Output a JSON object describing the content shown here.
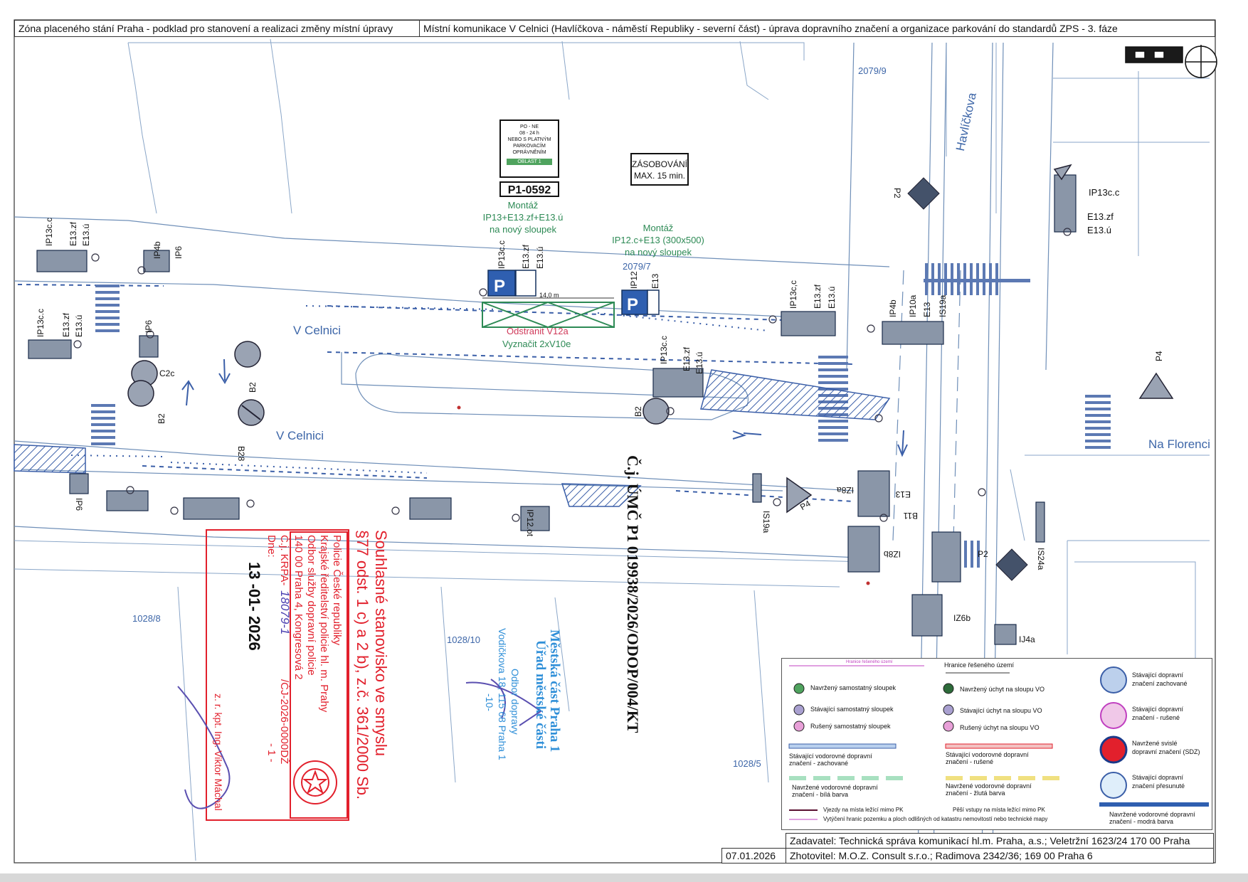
{
  "header": {
    "left_title": "Zóna placeného stání Praha - podklad pro stanovení a realizaci změny místní úpravy",
    "right_title": "Místní komunikace V Celnici (Havlíčkova - náměstí Republiky - severní část) - úprava dopravního značení a organizace parkování do standardů ZPS - 3. fáze"
  },
  "map": {
    "streets": {
      "havlickova": "Havlíčkova",
      "v_celnici_1": "V Celnici",
      "v_celnici_2": "V Celnici",
      "na_florenci": "Na Florenci"
    },
    "parcels": {
      "p1": "2079/9",
      "p2": "2079/7",
      "p3": "1028/8",
      "p4": "1028/10",
      "p5": "1028/5"
    },
    "zone_sign": {
      "line1": "PO - NE",
      "line2": "08 - 24 h",
      "line3": "NEBO S PLATNÝM",
      "line4": "PARKOVACÍM",
      "line5": "OPRÁVNĚNÍM",
      "area": "OBLAST 1",
      "code": "P1-0592"
    },
    "supply_sign": {
      "line1": "ZÁSOBOVÁNÍ",
      "line2": "MAX. 15 min."
    },
    "notes": {
      "mont1_a": "Montáž",
      "mont1_b": "IP13+E13.zf+E13.ú",
      "mont1_c": "na nový sloupek",
      "mont2_a": "Montáž",
      "mont2_b": "IP12.c+E13 (300x500)",
      "mont2_c": "na nový sloupek",
      "remove": "Odstranit V12a",
      "mark": "Vyznačit 2xV10e",
      "dist": "14,0 m"
    },
    "signs": {
      "s1": "IP13c.c",
      "s2": "E13.zf",
      "s3": "E13.ú",
      "s4": "IP4b",
      "s5": "IP6",
      "s6": "IP13c.c",
      "s7": "E13.zf",
      "s8": "E13.ú",
      "s9": "IP6",
      "s10": "C2c",
      "s11": "B2",
      "s12": "B2",
      "s13": "B28",
      "s14": "IP13c.c",
      "s15": "E13.zf",
      "s16": "E13.ú",
      "s17": "IP12",
      "s18": "E13",
      "s19": "IP13c.c",
      "s20": "E13.zf",
      "s21": "E13.ú",
      "s22": "IP13c,c",
      "s23": "E13.zf",
      "s24": "E13.ú",
      "s25": "IP4b",
      "s26": "IP10a",
      "s27": "E13",
      "s28": "IS19a",
      "s29": "P2",
      "s30": "IP13c.c",
      "s31": "E13.zf",
      "s32": "E13.ú",
      "s33": "P4",
      "s34": "B2",
      "s35": "IP6",
      "s36": "IP12.ot",
      "s37": "IS19a",
      "s38": "P4",
      "s39": "IZ8a",
      "s40": "E13",
      "s41": "B11",
      "s42": "IZ8b",
      "s43": "P2",
      "s44": "IS24a",
      "s45": "IZ6b",
      "s46": "IJ4a"
    }
  },
  "vertical_ref": "Č.j. ÚMČ P1 019938/2026/ODOP/004/KT",
  "stamp_red": {
    "title1": "Souhlasné stanovisko ve smyslu",
    "title2": "§77 odst. 1 c) a 2 b), z.č. 361/2000 Sb.",
    "org1": "Policie České republiky",
    "org2": "Krajské ředitelství policie hl. m. Prahy",
    "org3": "Odbor služby dopravní policie",
    "org4": "140 00 Praha 4, Kongresová 2",
    "cj_label": "Č.j. KRPA-",
    "cj_hand": "18079-1",
    "cj_suffix": "/ČJ-2026-0000DŽ",
    "page": "- 1 -",
    "date_label": "Dne:",
    "date_value": "13 -01- 2026",
    "signatory": "z. r. kpt. Ing. Viktor Máchal"
  },
  "stamp_blue": {
    "line1": "Městská část Praha 1",
    "line2": "Úřad městské části",
    "line3": "Odbor dopravy",
    "line4": "Vodičkova 18, 115 68 Praha 1",
    "line5": "-10-"
  },
  "legend": {
    "boundary_demo": "Hranice řešeného území",
    "boundary": "Hranice řešeného území",
    "item1": "Navržený samostatný sloupek",
    "item2": "Stávající samostatný sloupek",
    "item3": "Rušený samostatný sloupek",
    "item4": "Navržený úchyt na sloupu VO",
    "item5": "Stávající úchyt na sloupu VO",
    "item6": "Rušený úchyt na sloupu VO",
    "h1a": "Stávající vodorovné dopravní",
    "h1b": "značení - zachované",
    "h2a": "Stávající vodorovné dopravní",
    "h2b": "značení - rušené",
    "h3a": "Navržené vodorovné dopravní",
    "h3b": "značení - bílá barva",
    "h4a": "Navržené vodorovné dopravní",
    "h4b": "značení - žlutá barva",
    "h5a": "Navržené vodorovné dopravní",
    "h5b": "značení - modrá barva",
    "v1a": "Stávající dopravní",
    "v1b": "značení zachované",
    "v2a": "Stávající dopravní",
    "v2b": "značení - rušené",
    "v3a": "Navržené svislé",
    "v3b": "dopravní značení (SDZ)",
    "v4a": "Stávající dopravní",
    "v4b": "značení přesunuté",
    "line1": "Vjezdy na místa ležící mimo PK",
    "line2": "Pěší vstupy na místa ležící mimo PK",
    "line3": "Vytýčení hranic pozemku a ploch odlišných od katastru nemovitostí nebo technické mapy"
  },
  "footer": {
    "date": "07.01.2026",
    "client": "Zadavatel: Technická správa komunikací hl.m. Praha, a.s.; Veletržní 1623/24 170 00 Praha",
    "contractor": "Zhotovitel: M.O.Z. Consult s.r.o.; Radimova 2342/36; 169 00 Praha 6"
  }
}
